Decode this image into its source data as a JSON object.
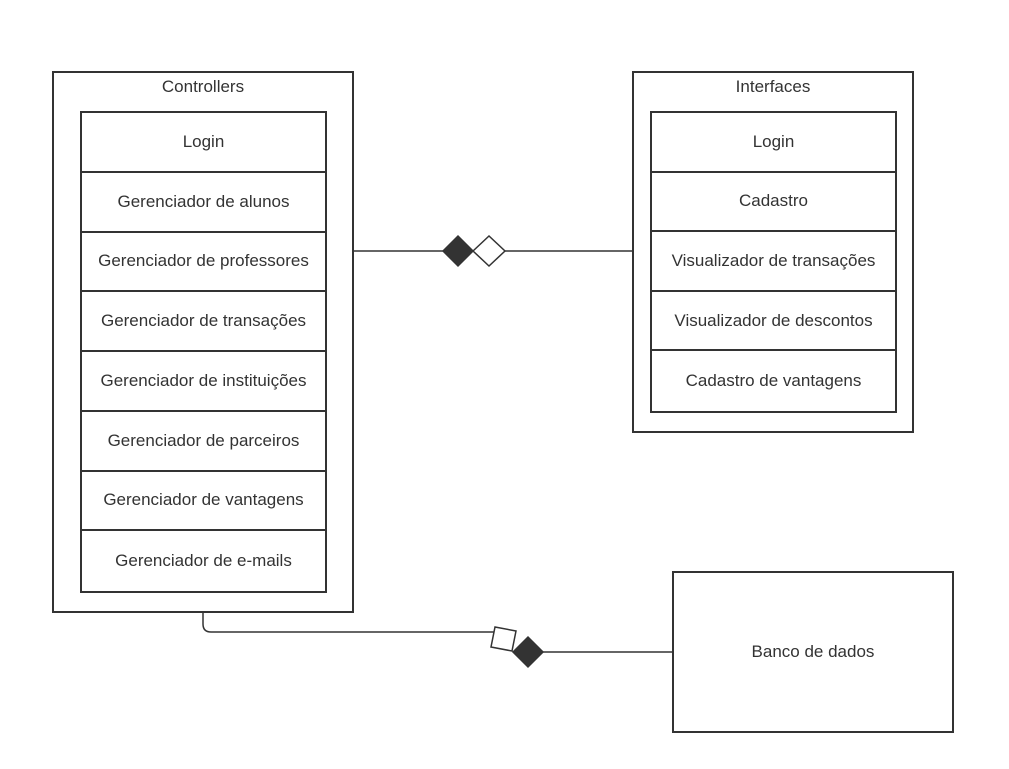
{
  "controllers": {
    "title": "Controllers",
    "items": [
      "Login",
      "Gerenciador de alunos",
      "Gerenciador de professores",
      "Gerenciador de transações",
      "Gerenciador de instituições",
      "Gerenciador de parceiros",
      "Gerenciador de vantagens",
      "Gerenciador de e-mails"
    ]
  },
  "interfaces": {
    "title": "Interfaces",
    "items": [
      "Login",
      "Cadastro",
      "Visualizador de transações",
      "Visualizador de descontos",
      "Cadastro de vantagens"
    ]
  },
  "database": {
    "label": "Banco de dados"
  },
  "colors": {
    "stroke": "#333333",
    "fill": "#333333",
    "background": "#ffffff"
  }
}
